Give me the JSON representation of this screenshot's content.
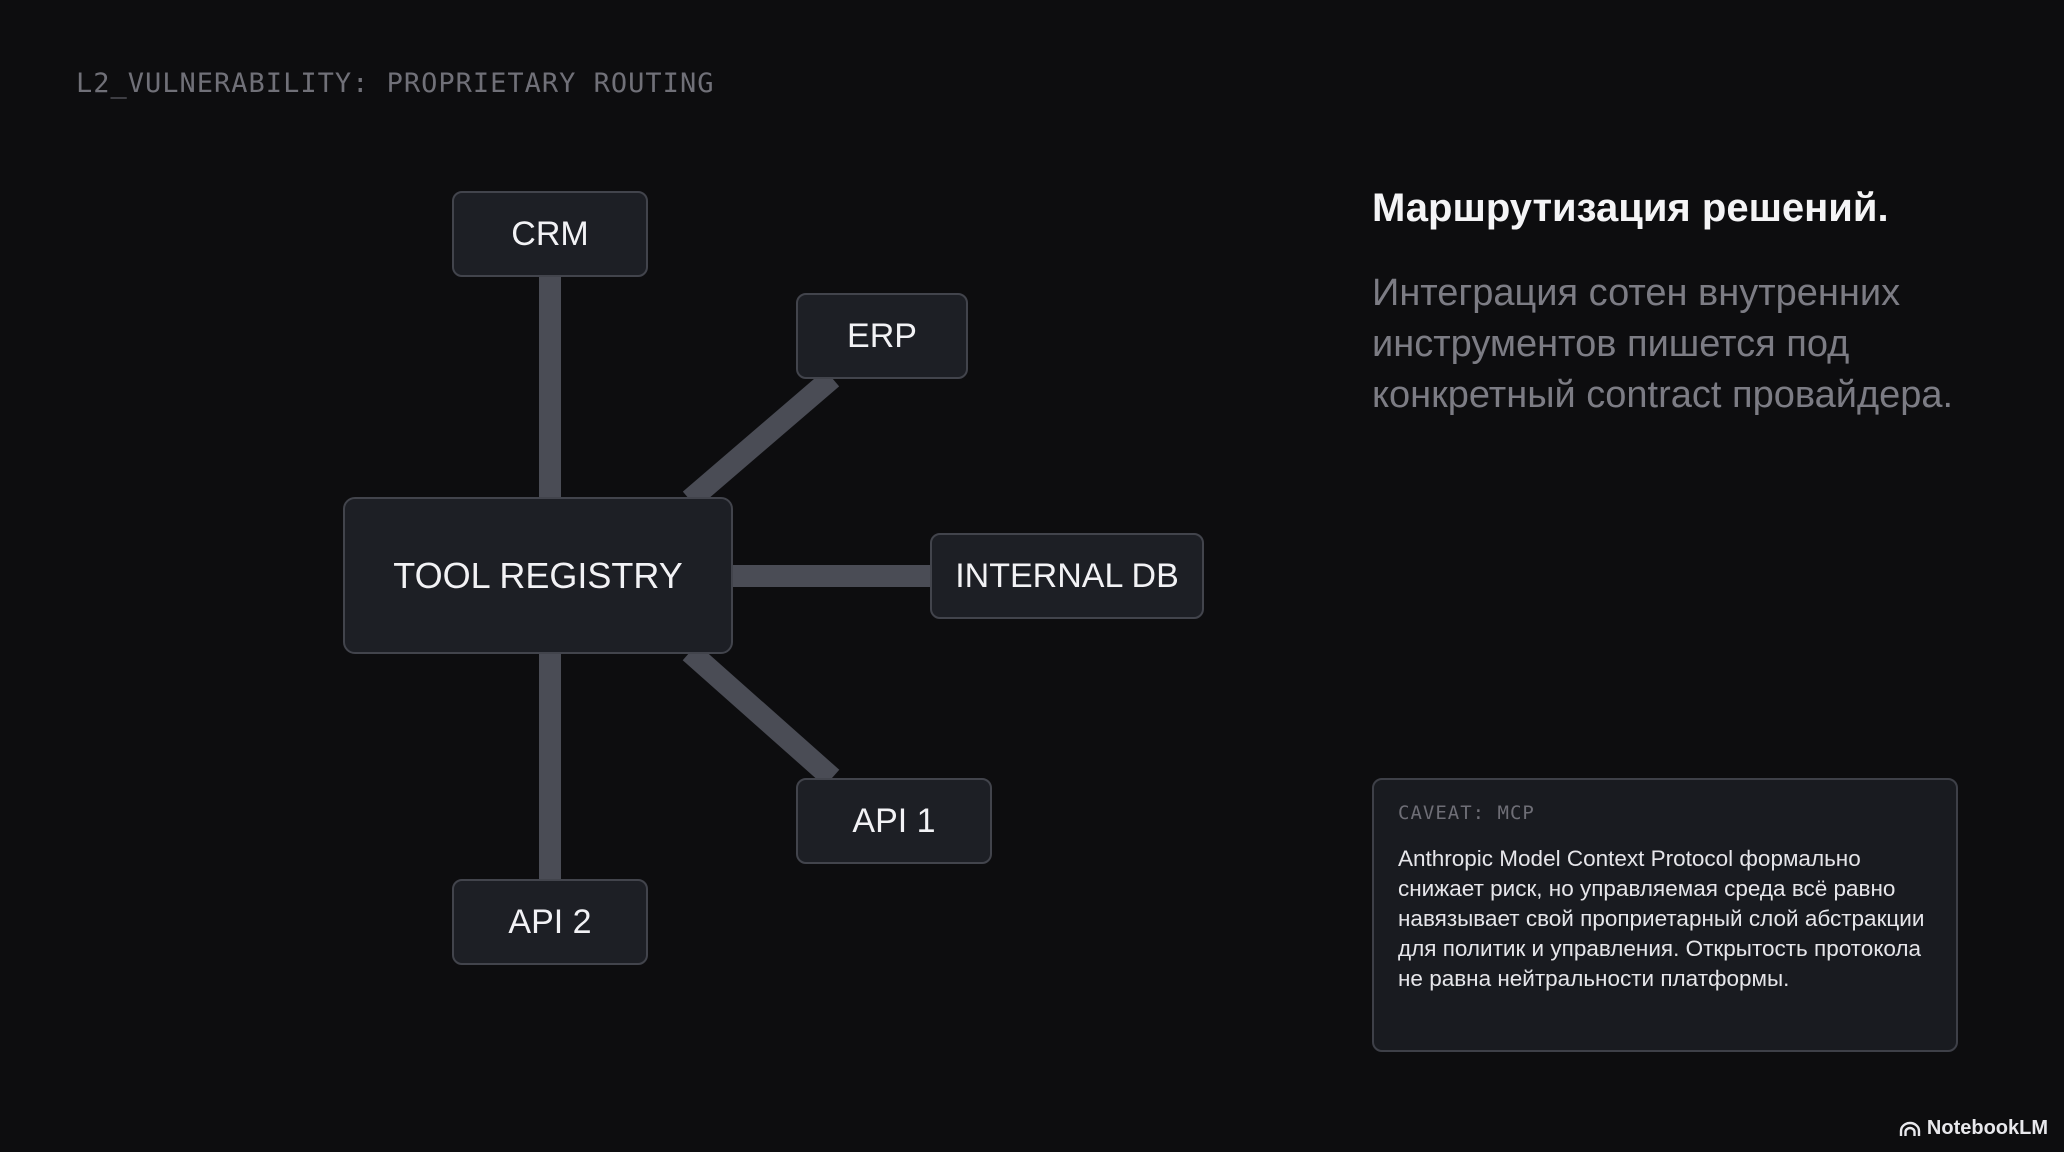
{
  "slide": {
    "kicker": "L2_VULNERABILITY: PROPRIETARY ROUTING",
    "heading": "Маршрутизация решений.",
    "description": "Интеграция сотен внутренних инструментов пишется под конкретный contract провайдера."
  },
  "diagram": {
    "hub": "TOOL REGISTRY",
    "nodes": {
      "crm": "CRM",
      "erp": "ERP",
      "internal_db": "INTERNAL DB",
      "api1": "API 1",
      "api2": "API 2"
    },
    "colors": {
      "node_fill": "#1d1f25",
      "node_border": "#42444c",
      "connector": "#4a4c55"
    }
  },
  "caveat": {
    "title": "CAVEAT: MCP",
    "body": "Anthropic Model Context Protocol формально снижает риск, но управляемая среда всё равно навязывает свой проприетарный слой абстракции для политик и управления. Открытость протокола не равна нейтральности платформы."
  },
  "branding": {
    "logo_icon": "notebooklm-icon",
    "logo_text": "NotebookLM"
  }
}
